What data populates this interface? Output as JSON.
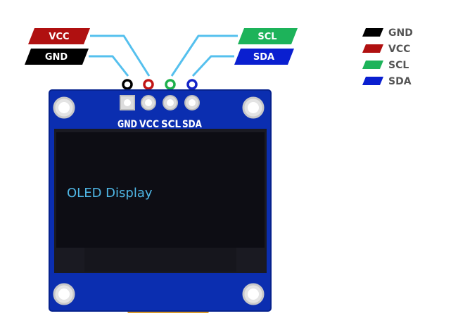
{
  "pin_tags": [
    {
      "label": "VCC",
      "color": "#b01010"
    },
    {
      "label": "GND",
      "color": "#000000"
    },
    {
      "label": "SCL",
      "color": "#1db35a"
    },
    {
      "label": "SDA",
      "color": "#0a1fd0"
    }
  ],
  "board_pin_labels": [
    "GND",
    "VCC",
    "SCL",
    "SDA"
  ],
  "pin_ring_colors": {
    "gnd": "#000000",
    "vcc": "#c01515",
    "scl": "#1eb04c",
    "sda": "#1424c8"
  },
  "display_label": "OLED Display",
  "legend": [
    {
      "label": "GND",
      "color": "#000000"
    },
    {
      "label": "VCC",
      "color": "#b01010"
    },
    {
      "label": "SCL",
      "color": "#1db35a"
    },
    {
      "label": "SDA",
      "color": "#0a1fd0"
    }
  ],
  "colors": {
    "wire": "#55c0ee",
    "board": "#0b2eb0",
    "board_edge": "#06228e",
    "screen": "#0d0d14",
    "flex_cable": "#d99a2b",
    "display_text": "#4fb7e6"
  }
}
